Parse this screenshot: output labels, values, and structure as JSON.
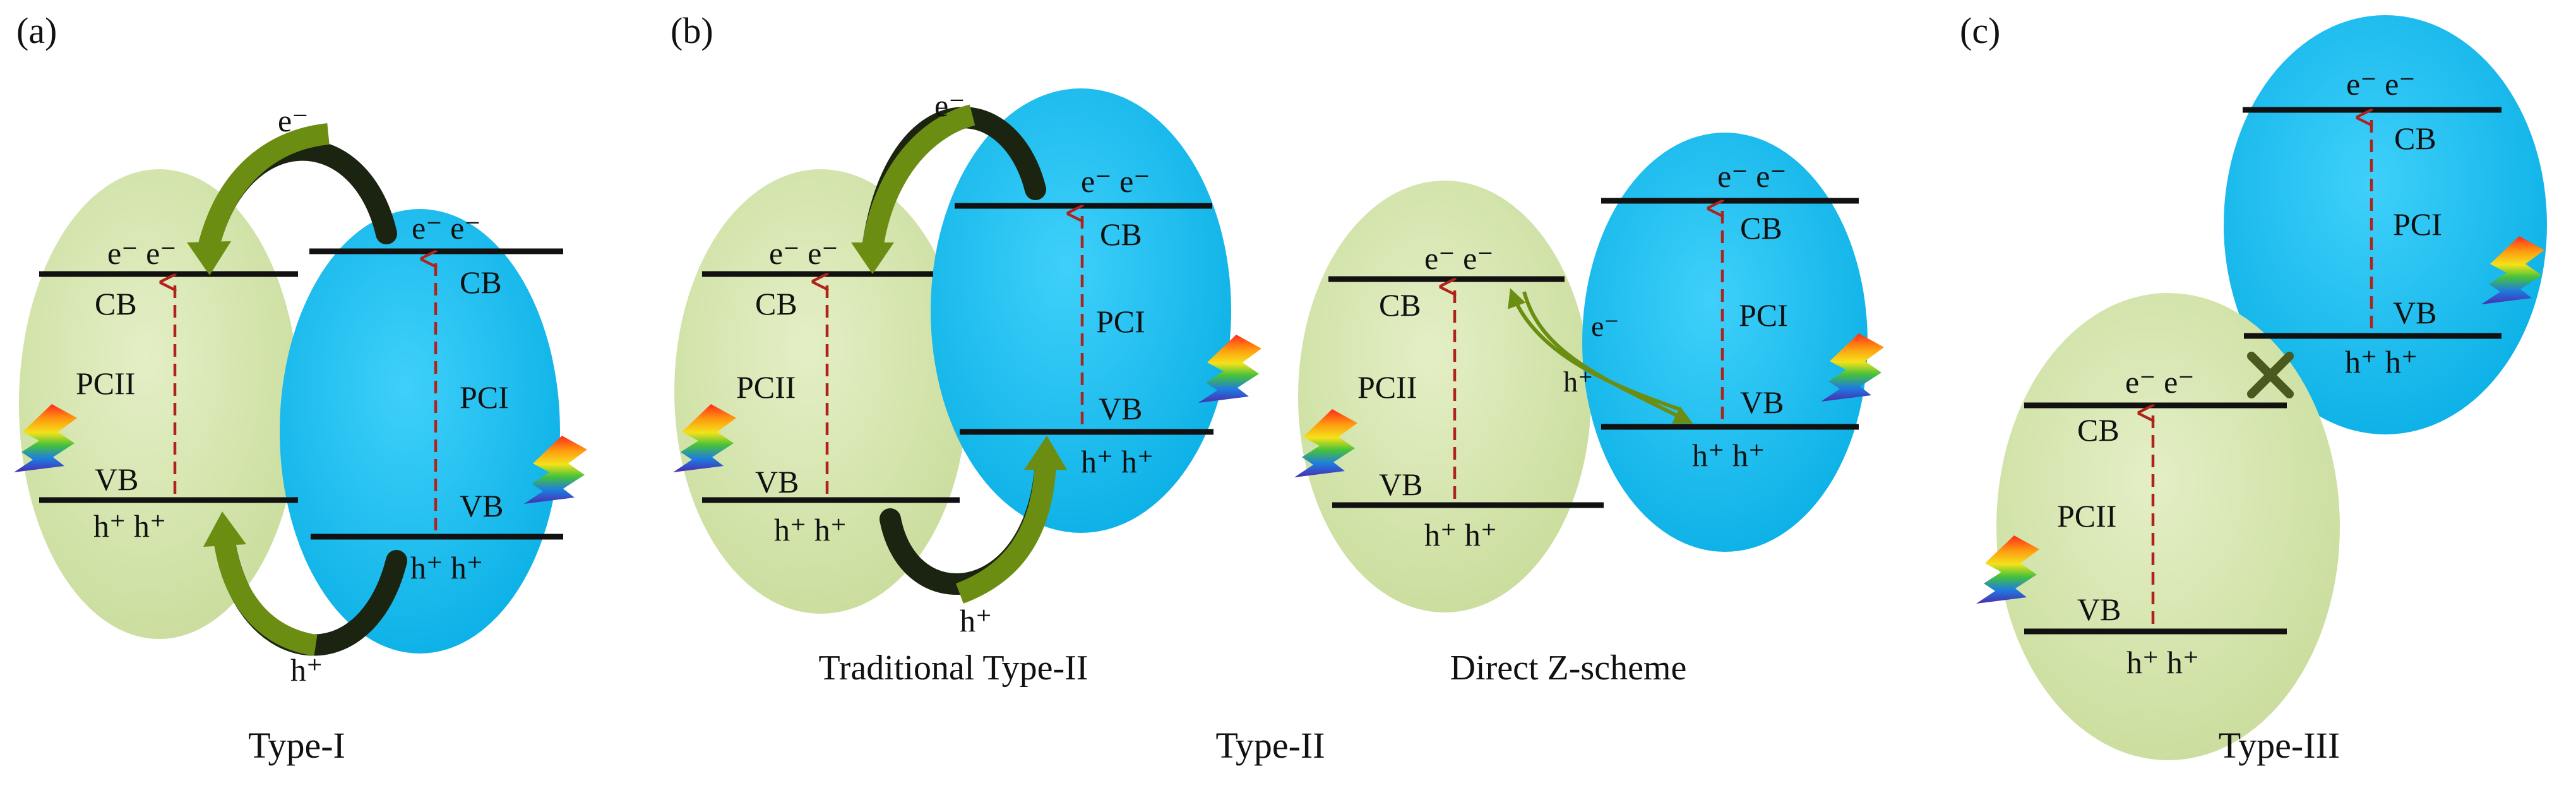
{
  "colors": {
    "pcii_fill": "#d8e8b4",
    "pci_fill": "#19c2f4",
    "band_line": "#111111",
    "excitation_arrow": "#b0221c",
    "transfer_arrow": "#6b8e12",
    "blocked_mark": "#4a5a1e"
  },
  "icons": [
    "light-bolt-icon",
    "excitation-arrow-icon",
    "charge-transfer-arrow-icon",
    "blocked-cross-icon"
  ],
  "panels": {
    "a": {
      "tag": "(a)",
      "caption": "Type-I"
    },
    "b": {
      "tag": "(b)",
      "caption": "Type-II",
      "traditional_label": "Traditional Type-II",
      "zscheme_label": "Direct Z-scheme"
    },
    "c": {
      "tag": "(c)",
      "caption": "Type-III"
    }
  },
  "labels": {
    "cb": "CB",
    "vb": "VB",
    "pci": "PCI",
    "pcii": "PCII",
    "electron_pair": "e⁻ e⁻",
    "hole_pair": "h⁺ h⁺",
    "electron": "e⁻",
    "hole": "h⁺"
  }
}
